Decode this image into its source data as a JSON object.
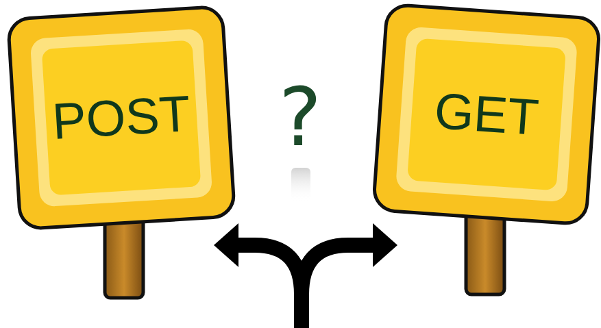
{
  "diagram": {
    "nodes": [
      {
        "text": [
          "POST"
        ]
      },
      {
        "text": [
          "GET"
        ]
      }
    ],
    "labels": [
      "?"
    ]
  }
}
